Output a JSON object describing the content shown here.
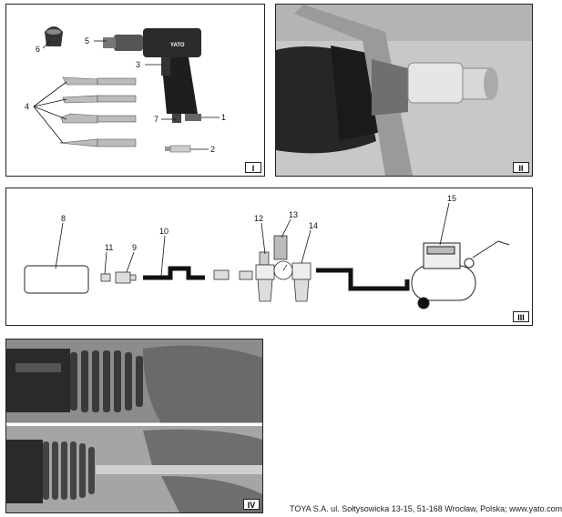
{
  "figure_I": {
    "label": "I",
    "callouts": [
      "1",
      "2",
      "3",
      "4",
      "5",
      "6",
      "7"
    ],
    "brand_text": "YATO"
  },
  "figure_II": {
    "label": "II"
  },
  "figure_III": {
    "label": "III",
    "callouts": [
      "8",
      "9",
      "10",
      "11",
      "12",
      "13",
      "14",
      "15"
    ]
  },
  "figure_IV": {
    "label": "IV"
  },
  "footer": {
    "text": "TOYA S.A. ul. Sołtysowicka 13-15, 51-168 Wrocław, Polska; www.yato.com"
  }
}
